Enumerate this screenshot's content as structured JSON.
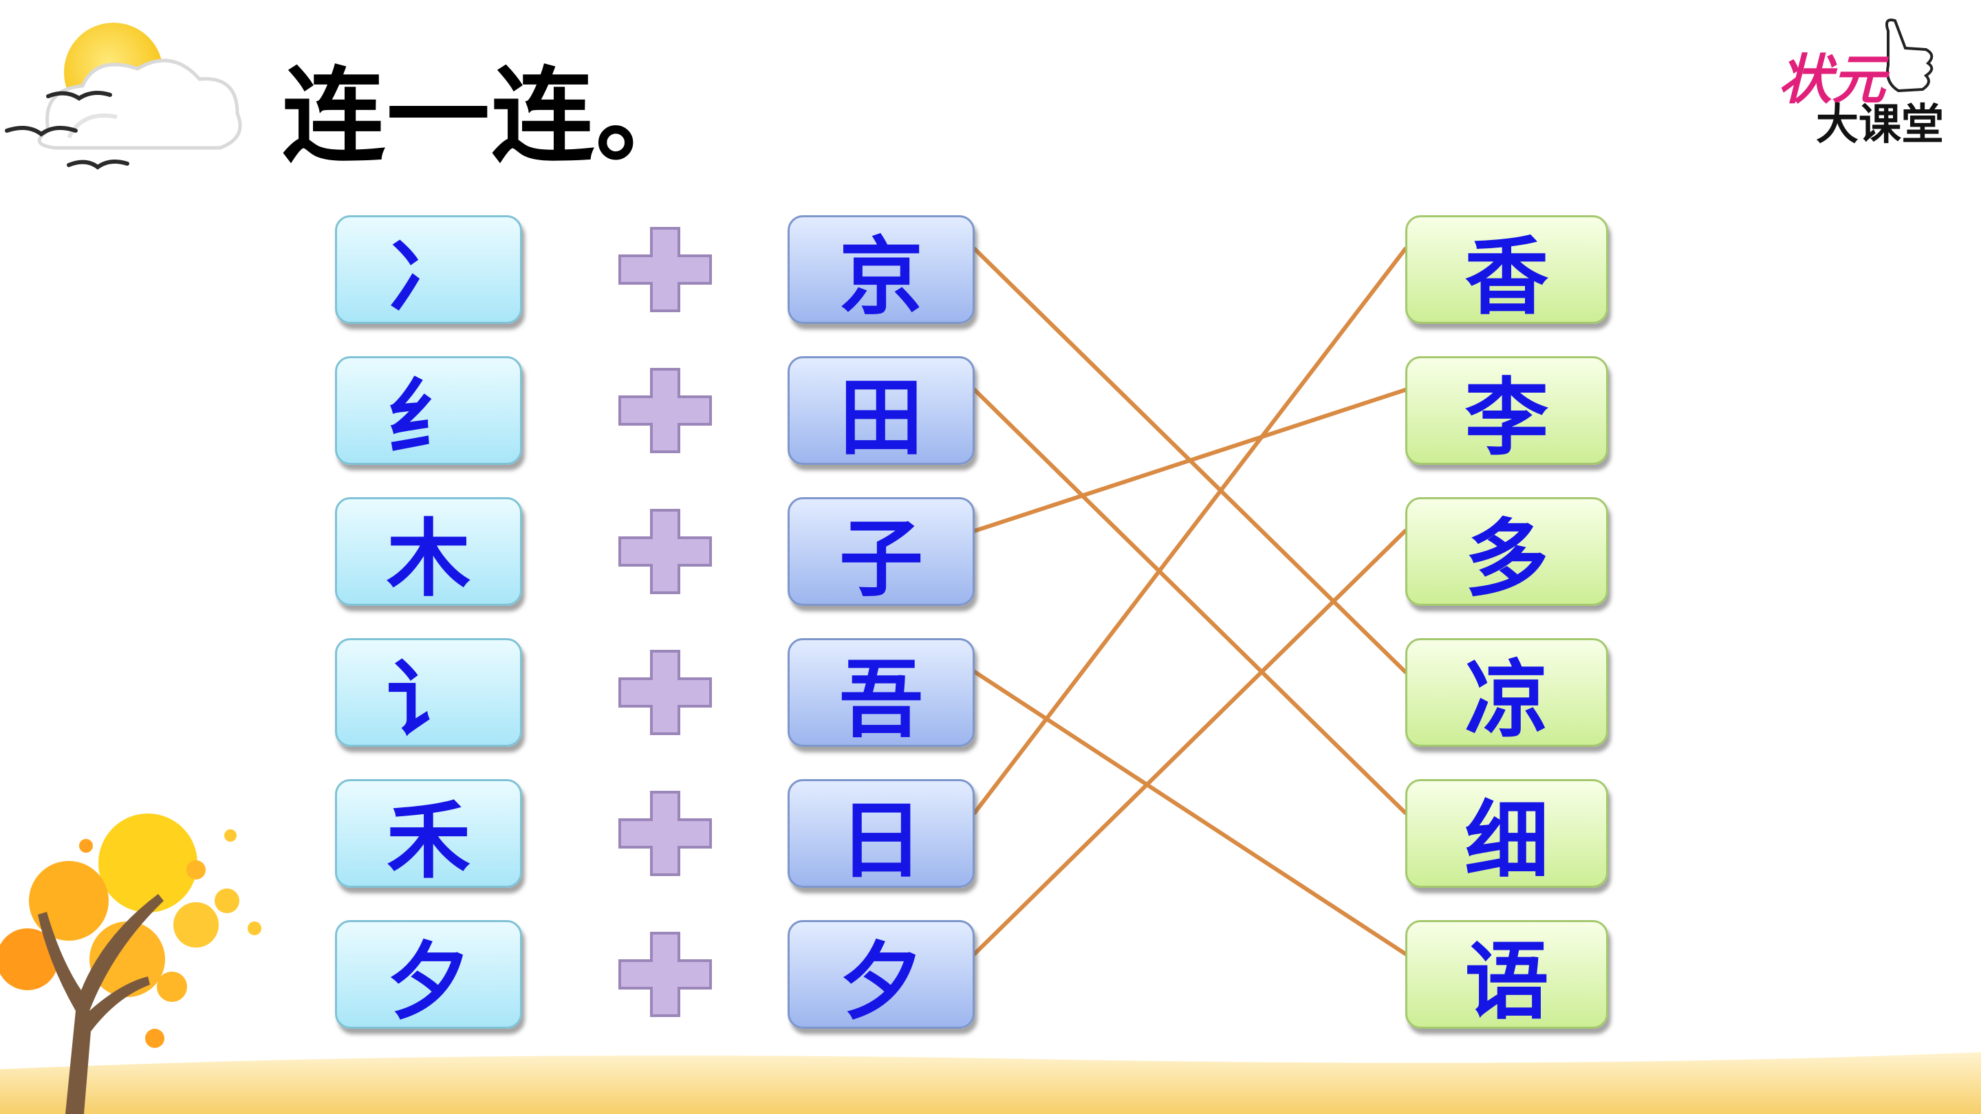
{
  "title": "连一连。",
  "logo": {
    "line1": "状元",
    "line2": "大课堂"
  },
  "left_items": [
    "冫",
    "纟",
    "木",
    "讠",
    "禾",
    "夕"
  ],
  "plus_symbol": "+",
  "middle_items": [
    "京",
    "田",
    "子",
    "吾",
    "日",
    "夕"
  ],
  "right_items": [
    "香",
    "李",
    "多",
    "凉",
    "细",
    "语"
  ],
  "connections": [
    {
      "from_middle": 0,
      "to_right": 3
    },
    {
      "from_middle": 1,
      "to_right": 4
    },
    {
      "from_middle": 2,
      "to_right": 1
    },
    {
      "from_middle": 3,
      "to_right": 5
    },
    {
      "from_middle": 4,
      "to_right": 0
    },
    {
      "from_middle": 5,
      "to_right": 2
    }
  ],
  "colors": {
    "character_text": "#1515e6",
    "line": "#d98a43",
    "plus_fill": "#c9b6e3",
    "left_box": "#bdeefa",
    "middle_box": "#b8cbf3",
    "right_box": "#dff3b8",
    "logo_accent": "#e0207a"
  }
}
